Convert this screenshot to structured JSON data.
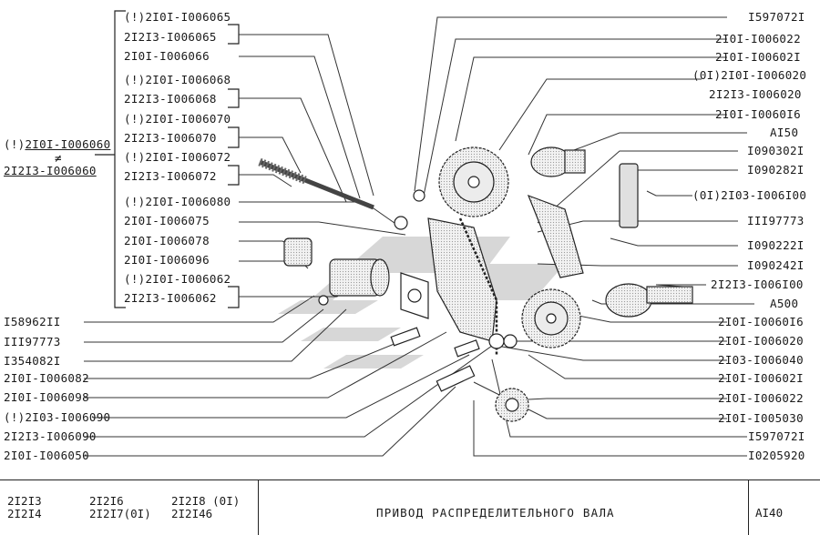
{
  "left_top_labels": [
    {
      "id": "l1",
      "text": "(!)2I0I-I006065"
    },
    {
      "id": "l2",
      "text": "2I2I3-I006065"
    },
    {
      "id": "l3",
      "text": "2I0I-I006066"
    },
    {
      "id": "l4",
      "text": "(!)2I0I-I006068"
    },
    {
      "id": "l5",
      "text": "2I2I3-I006068"
    },
    {
      "id": "l6",
      "text": "(!)2I0I-I006070"
    },
    {
      "id": "l7",
      "text": "2I2I3-I006070"
    },
    {
      "id": "l8",
      "text": "(!)2I0I-I006072"
    },
    {
      "id": "l9",
      "text": "2I2I3-I006072"
    },
    {
      "id": "l10",
      "text": "(!)2I0I-I006080"
    },
    {
      "id": "l11",
      "text": "2I0I-I006075"
    },
    {
      "id": "l12",
      "text": "2I0I-I006078"
    },
    {
      "id": "l13",
      "text": "2I0I-I006096"
    },
    {
      "id": "l14",
      "text": "(!)2I0I-I006062"
    },
    {
      "id": "l15",
      "text": "2I2I3-I006062"
    }
  ],
  "left_far_labels": {
    "top_prefix": "(!)",
    "top": "2I0I-I006060",
    "mark": "≠",
    "bottom": "2I2I3-I006060"
  },
  "left_bottom_labels": [
    {
      "id": "b1",
      "text": "I58962II"
    },
    {
      "id": "b2",
      "text": "III97773"
    },
    {
      "id": "b3",
      "text": "I354082I"
    },
    {
      "id": "b4",
      "text": "2I0I-I006082"
    },
    {
      "id": "b5",
      "text": "2I0I-I006098"
    },
    {
      "id": "b6",
      "text": "(!)2I03-I006090"
    },
    {
      "id": "b7",
      "text": "2I2I3-I006090"
    },
    {
      "id": "b8",
      "text": "2I0I-I006050"
    }
  ],
  "right_labels": [
    {
      "id": "r1",
      "text": "I597072I"
    },
    {
      "id": "r2",
      "text": "2I0I-I006022"
    },
    {
      "id": "r3",
      "text": "2I0I-I00602I"
    },
    {
      "id": "r4",
      "text": "(0I)2I0I-I006020"
    },
    {
      "id": "r5",
      "text": "2I2I3-I006020"
    },
    {
      "id": "r6",
      "text": "2I0I-I0060I6"
    },
    {
      "id": "r7",
      "text": "AI50"
    },
    {
      "id": "r8",
      "text": "I090302I"
    },
    {
      "id": "r9",
      "text": "I090282I"
    },
    {
      "id": "r10",
      "text": "(0I)2I03-I006I00"
    },
    {
      "id": "r11",
      "text": "III97773"
    },
    {
      "id": "r12",
      "text": "I090222I"
    },
    {
      "id": "r13",
      "text": "I090242I"
    },
    {
      "id": "r14",
      "text": "2I2I3-I006I00"
    },
    {
      "id": "r15",
      "text": "A500"
    },
    {
      "id": "r16",
      "text": "2I0I-I0060I6"
    },
    {
      "id": "r17",
      "text": "2I0I-I006020"
    },
    {
      "id": "r18",
      "text": "2I03-I006040"
    },
    {
      "id": "r19",
      "text": "2I0I-I00602I"
    },
    {
      "id": "r20",
      "text": "2I0I-I006022"
    },
    {
      "id": "r21",
      "text": "2I0I-I005030"
    },
    {
      "id": "r22",
      "text": "I597072I"
    },
    {
      "id": "r23",
      "text": "I0205920"
    }
  ],
  "footer": {
    "models": [
      "2I2I3",
      "2I2I6",
      "2I2I8 (0I)",
      "2I2I4",
      "2I2I7(0I)",
      "2I2I46"
    ],
    "title": "ПРИВОД  РАСПРЕДЕЛИТЕЛЬНОГО  ВАЛА",
    "code": "AI40"
  }
}
